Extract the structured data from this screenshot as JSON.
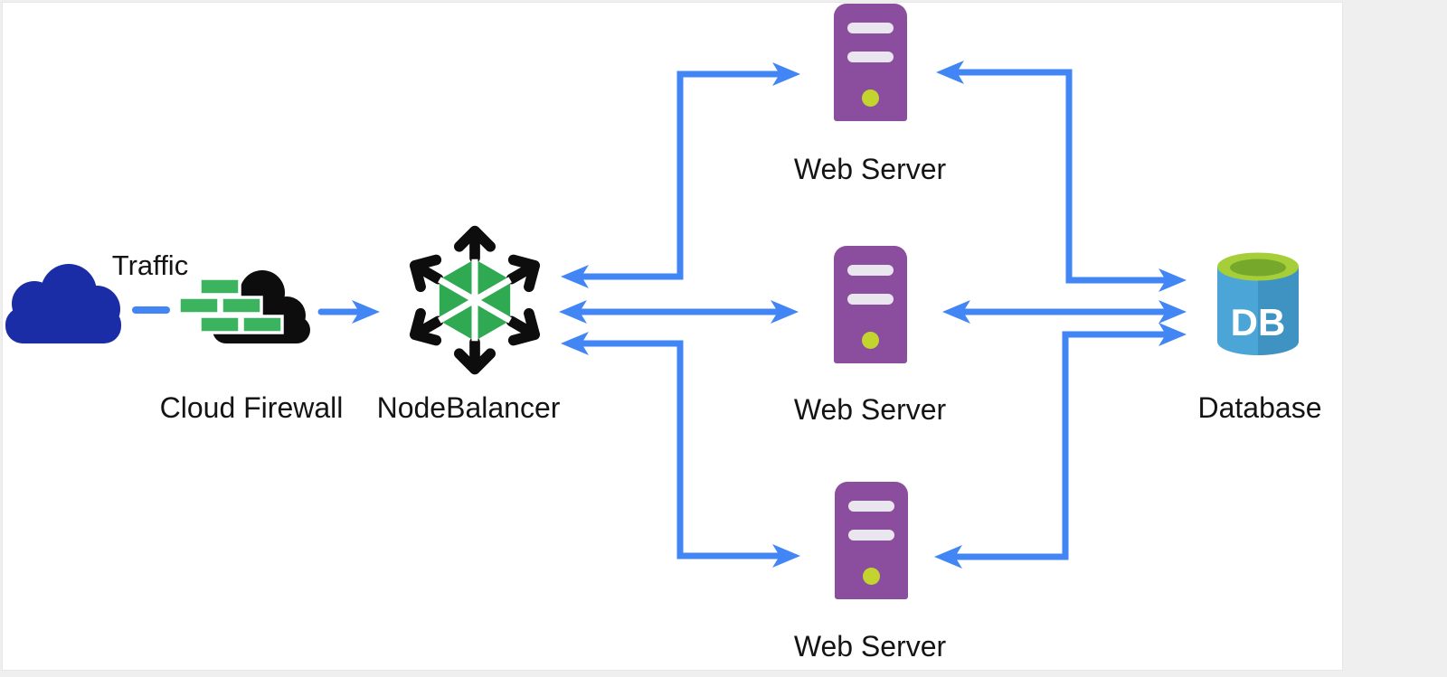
{
  "diagram": {
    "type": "architecture-diagram",
    "description": "Traffic flows through a Cloud Firewall to a NodeBalancer which distributes to three Web Servers backed by a Database"
  },
  "nodes": {
    "traffic": {
      "label": "Traffic",
      "icon": "cloud-icon",
      "color": "#1b2da6"
    },
    "firewall": {
      "label": "Cloud Firewall",
      "icon": "firewall-cloud-icon",
      "colors": {
        "cloud": "#0d0d0d",
        "brick": "#3cb45f",
        "brick_border": "#ffffff"
      }
    },
    "nodebalancer": {
      "label": "NodeBalancer",
      "icon": "nodebalancer-hexagon-icon",
      "colors": {
        "hexagon": "#2faa53",
        "spokes": "#ffffff",
        "arrows": "#0d0d0d"
      }
    },
    "webservers": [
      {
        "label": "Web Server"
      },
      {
        "label": "Web Server"
      },
      {
        "label": "Web Server"
      }
    ],
    "webserver_style": {
      "body": "#8b4e9e",
      "slots": "#e9e6ef",
      "led": "#c3d42f"
    },
    "database": {
      "label": "Database",
      "badge": "DB",
      "colors": {
        "body_left": "#4ba5d6",
        "body_right": "#3e93c2",
        "lid_outer": "#a5ce39",
        "lid_inner": "#76a82c",
        "badge_text": "#ffffff"
      }
    }
  },
  "edges": {
    "color": "#4285f4",
    "list": [
      {
        "from": "traffic",
        "to": "firewall",
        "style": "dashed",
        "arrows": "none"
      },
      {
        "from": "firewall",
        "to": "nodebalancer",
        "style": "solid",
        "arrows": "forward"
      },
      {
        "from": "nodebalancer",
        "to": "webserver-1",
        "style": "solid",
        "arrows": "both"
      },
      {
        "from": "nodebalancer",
        "to": "webserver-2",
        "style": "solid",
        "arrows": "both"
      },
      {
        "from": "nodebalancer",
        "to": "webserver-3",
        "style": "solid",
        "arrows": "both"
      },
      {
        "from": "webserver-1",
        "to": "database",
        "style": "solid",
        "arrows": "both"
      },
      {
        "from": "webserver-2",
        "to": "database",
        "style": "solid",
        "arrows": "both"
      },
      {
        "from": "webserver-3",
        "to": "database",
        "style": "solid",
        "arrows": "both"
      }
    ]
  }
}
